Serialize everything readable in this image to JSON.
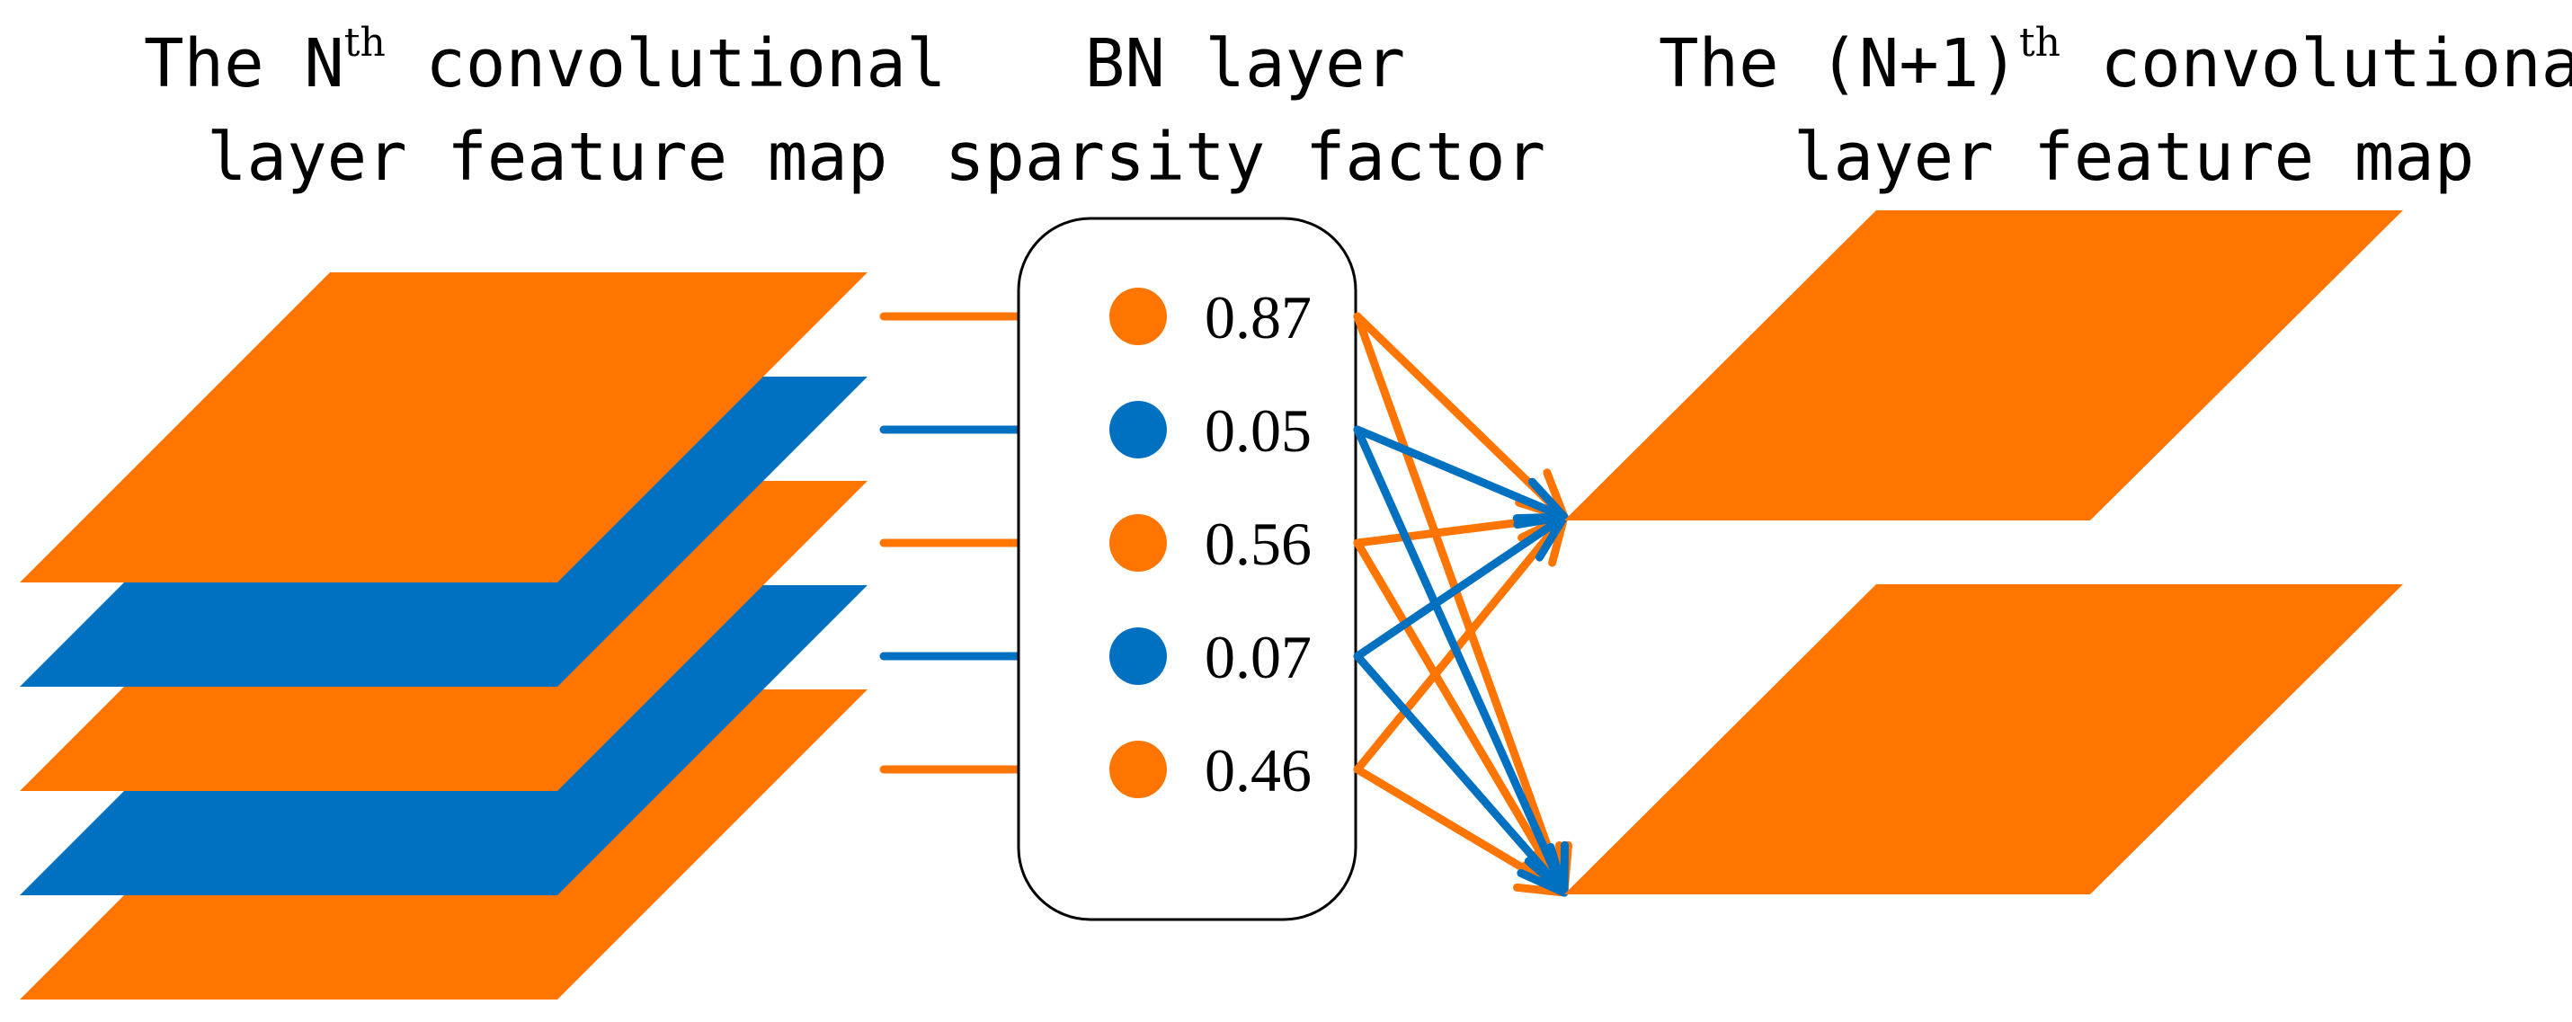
{
  "titles": {
    "left": {
      "line1_prefix": "The N",
      "line1_sup": "th",
      "line1_suffix": " convolutional",
      "line2": "layer feature map"
    },
    "middle": {
      "line1": "BN layer",
      "line2": "sparsity factor"
    },
    "right": {
      "line1_prefix": "The (N+1)",
      "line1_sup": "th",
      "line1_suffix": " convolutional",
      "line2": "layer feature map"
    }
  },
  "colors": {
    "kept": "#FF7500",
    "pruned": "#0070C0",
    "text": "#000000",
    "box_border": "#000000"
  },
  "input_channels": [
    {
      "factor": "0.87",
      "state": "kept"
    },
    {
      "factor": "0.05",
      "state": "pruned"
    },
    {
      "factor": "0.56",
      "state": "kept"
    },
    {
      "factor": "0.07",
      "state": "pruned"
    },
    {
      "factor": "0.46",
      "state": "kept"
    }
  ],
  "output_feature_maps": 2,
  "connections": "fully-connected: every sparsity factor links to each output feature map"
}
